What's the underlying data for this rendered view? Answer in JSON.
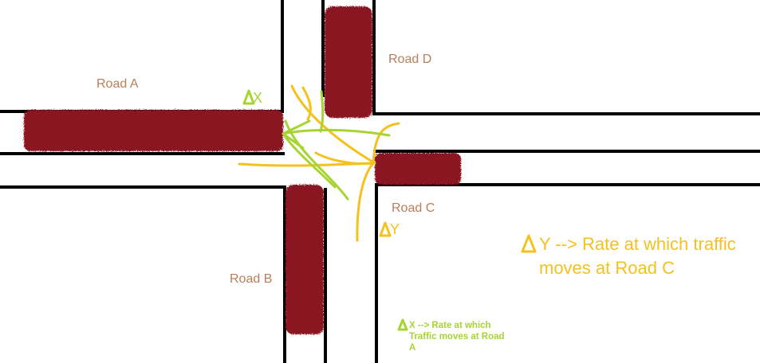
{
  "roads": {
    "a_label": "Road A",
    "b_label": "Road B",
    "c_label": "Road C",
    "d_label": "Road D"
  },
  "markers": {
    "x_label": "X",
    "y_label": "Y"
  },
  "legend": {
    "y_note": "Y --> Rate at which traffic\nmoves at Road C",
    "x_note": "X --> Rate at which\nTraffic moves at Road\nA"
  },
  "colors": {
    "road_line": "#000000",
    "traffic_jam": "#8a1220",
    "flow_yellow": "#f4c11e",
    "flow_green": "#a7d433",
    "road_label": "#b87e5a"
  }
}
